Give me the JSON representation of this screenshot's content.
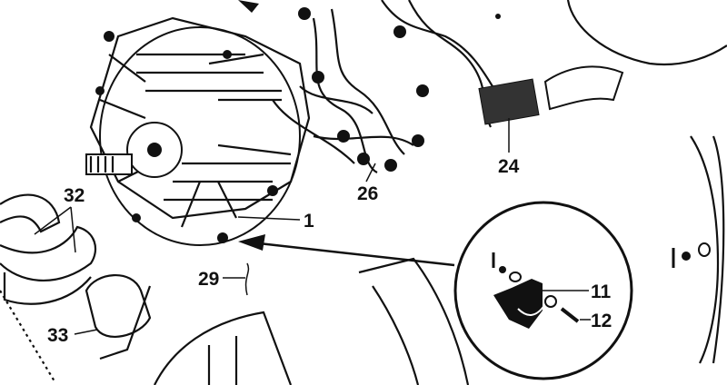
{
  "diagram": {
    "type": "exploded parts illustration",
    "callouts": [
      {
        "id": "label-32",
        "text": "32"
      },
      {
        "id": "label-1",
        "text": "1"
      },
      {
        "id": "label-29",
        "text": "29"
      },
      {
        "id": "label-33",
        "text": "33"
      },
      {
        "id": "label-26",
        "text": "26"
      },
      {
        "id": "label-24",
        "text": "24"
      },
      {
        "id": "label-11",
        "text": "11"
      },
      {
        "id": "label-12",
        "text": "12"
      }
    ]
  }
}
